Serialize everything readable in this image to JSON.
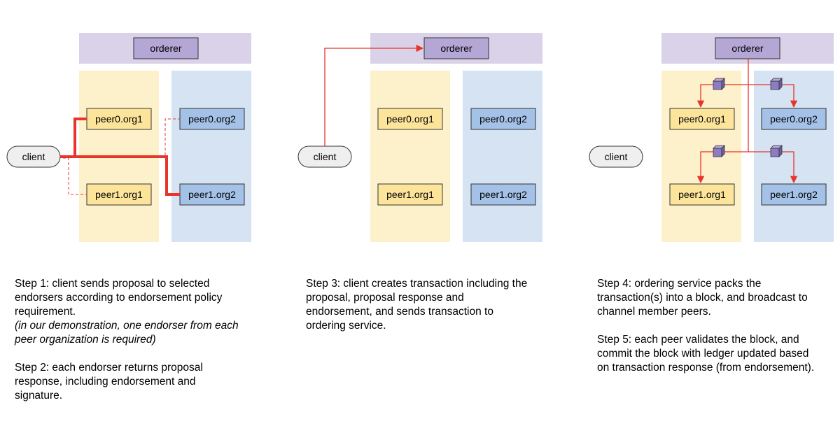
{
  "colors": {
    "orderer_band": "#d9d2e9",
    "orderer_box": "#b4a7d6",
    "org1_band": "#fdf1cc",
    "org2_band": "#d5e3f3",
    "org1_peer": "#fde49b",
    "org2_peer": "#a4c2e7",
    "client": "#efefef",
    "arrow": "#e8342a",
    "block": "#8e7cc3"
  },
  "icons": [
    "block-cube-icon",
    "arrowhead-icon"
  ],
  "panels": [
    {
      "orderer": "orderer",
      "client": "client",
      "peers": [
        "peer0.org1",
        "peer1.org1",
        "peer0.org2",
        "peer1.org2"
      ]
    },
    {
      "orderer": "orderer",
      "client": "client",
      "peers": [
        "peer0.org1",
        "peer1.org1",
        "peer0.org2",
        "peer1.org2"
      ]
    },
    {
      "orderer": "orderer",
      "client": "client",
      "peers": [
        "peer0.org1",
        "peer1.org1",
        "peer0.org2",
        "peer1.org2"
      ]
    }
  ],
  "descriptions": {
    "step1": "Step 1: client sends proposal to selected\nendorsers according to endorsement policy\nrequirement.",
    "step1_note": "(in our demonstration, one endorser from each\npeer organization is required)",
    "step2": "Step 2: each endorser returns proposal\nresponse, including endorsement and\nsignature.",
    "step3": "Step 3: client creates transaction including the\nproposal, proposal response and\nendorsement, and sends transaction to\nordering service.",
    "step4": "Step 4: ordering service packs the\ntransaction(s) into a block, and broadcast to\nchannel member peers.",
    "step5": "Step 5: each peer validates the block, and\ncommit the block with ledger updated based\non transaction response (from endorsement)."
  }
}
